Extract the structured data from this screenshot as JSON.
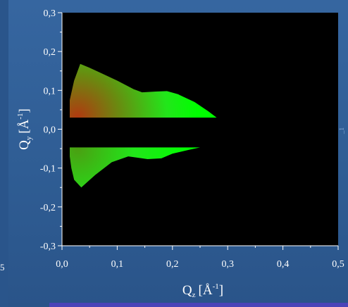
{
  "chart_data": {
    "type": "heatmap",
    "title": "",
    "xlabel": {
      "base": "Q",
      "sub": "z",
      "unit_prefix": "[Å",
      "unit_sup": "-1",
      "unit_suffix": "]"
    },
    "ylabel": {
      "base": "Q",
      "sub": "y",
      "unit_prefix": "[Å",
      "unit_sup": "-1",
      "unit_suffix": "]"
    },
    "xlim": [
      0.0,
      0.5
    ],
    "ylim": [
      -0.3,
      0.3
    ],
    "x_ticks": [
      "0,0",
      "0,1",
      "0,2",
      "0,3",
      "0,4",
      "0,5"
    ],
    "y_ticks": [
      "-0,3",
      "-0,2",
      "-0,1",
      "0,0",
      "0,1",
      "0,2",
      "0,3"
    ],
    "background_color": "#000000",
    "colors": {
      "low": "#00ff00",
      "high": "#b03a10"
    },
    "regions": [
      {
        "name": "upper-lobe",
        "outline": [
          [
            0.014,
            0.03
          ],
          [
            0.014,
            0.075
          ],
          [
            0.022,
            0.125
          ],
          [
            0.033,
            0.168
          ],
          [
            0.05,
            0.158
          ],
          [
            0.07,
            0.145
          ],
          [
            0.1,
            0.125
          ],
          [
            0.13,
            0.103
          ],
          [
            0.145,
            0.095
          ],
          [
            0.17,
            0.097
          ],
          [
            0.19,
            0.098
          ],
          [
            0.21,
            0.09
          ],
          [
            0.24,
            0.07
          ],
          [
            0.265,
            0.046
          ],
          [
            0.28,
            0.03
          ]
        ]
      },
      {
        "name": "lower-lobe",
        "outline": [
          [
            0.014,
            -0.047
          ],
          [
            0.25,
            -0.047
          ],
          [
            0.23,
            -0.053
          ],
          [
            0.2,
            -0.063
          ],
          [
            0.18,
            -0.075
          ],
          [
            0.155,
            -0.077
          ],
          [
            0.135,
            -0.073
          ],
          [
            0.12,
            -0.07
          ],
          [
            0.09,
            -0.085
          ],
          [
            0.06,
            -0.118
          ],
          [
            0.035,
            -0.15
          ],
          [
            0.022,
            -0.13
          ],
          [
            0.017,
            -0.1
          ],
          [
            0.014,
            -0.07
          ]
        ]
      }
    ]
  },
  "edge_labels": {
    "left": "5",
    "right": "_1"
  }
}
